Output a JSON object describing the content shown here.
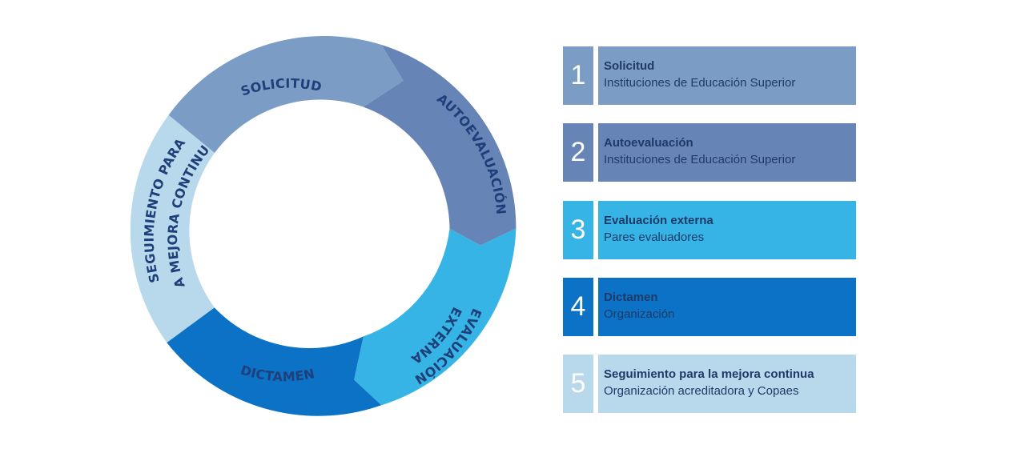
{
  "colors": {
    "step1": "#7b9cc4",
    "step2": "#6684b6",
    "step3": "#36b4e5",
    "step4": "#0c72c6",
    "step5": "#b8d8ec",
    "label": "#1f3f7a"
  },
  "cycle": {
    "labels": {
      "solicitud": "SOLICITUD",
      "autoevaluacion": "AUTOEVALUACIÓN",
      "evaluacion": "EVALUACIÓN",
      "externa": "EXTERNA",
      "dictamen": "DICTAMEN",
      "seguimiento": "SEGUIMIENTO PARA",
      "mejora": "LA MEJORA CONTINUA"
    }
  },
  "steps": [
    {
      "number": "1",
      "title": "Solicitud",
      "subtitle": "Instituciones de Educación Superior"
    },
    {
      "number": "2",
      "title": "Autoevaluación",
      "subtitle": "Instituciones de Educación Superior"
    },
    {
      "number": "3",
      "title": "Evaluación externa",
      "subtitle": "Pares evaluadores"
    },
    {
      "number": "4",
      "title": "Dictamen",
      "subtitle": "Organización"
    },
    {
      "number": "5",
      "title": "Seguimiento para la mejora continua",
      "subtitle": "Organización acreditadora y Copaes"
    }
  ]
}
